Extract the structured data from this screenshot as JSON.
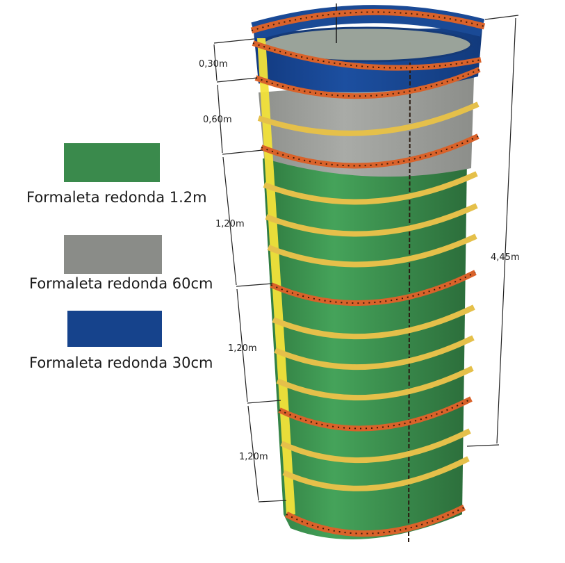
{
  "legend": [
    {
      "label": "Formaleta redonda 1.2m",
      "color": "#3a8a4c"
    },
    {
      "label": "Formaleta redonda 60cm",
      "color": "#8a8c88"
    },
    {
      "label": "Formaleta redonda 30cm",
      "color": "#16438c"
    }
  ],
  "dimensions": {
    "top_30": "0,30m",
    "seg_60": "0,60m",
    "seg_120_a": "1,20m",
    "seg_120_b": "1,20m",
    "seg_120_c": "1,20m",
    "total": "4,45m"
  },
  "colors": {
    "green": "#3a8a4c",
    "gray": "#9a9c98",
    "blue": "#16438c",
    "flange_yellow": "#e5c04a",
    "flange_orange": "#d9622a",
    "seam_yellow": "#f2e23a"
  }
}
